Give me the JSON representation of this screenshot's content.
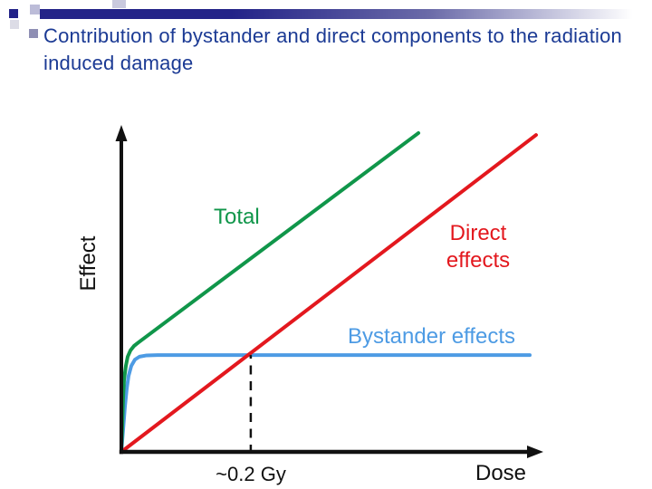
{
  "slide": {
    "title": "Contribution of bystander and direct components to the radiation induced damage"
  },
  "colors": {
    "title": "#1b3a94",
    "header_bar": "#232388",
    "axis": "#111111"
  },
  "chart_data": {
    "type": "line",
    "title": "",
    "xlabel": "Dose",
    "ylabel": "Effect",
    "x_unit": "Gy",
    "grid": false,
    "numeric_axes": false,
    "legend_position": "inline-labels",
    "axis_note": "schematic axes with arrowheads, no tick marks; x and y in relative units 0-1",
    "series": [
      {
        "name": "Bystander effects",
        "color": "#4d9be4",
        "shape": "rapid saturation to plateau",
        "points": [
          [
            0,
            0
          ],
          [
            0.0043,
            0.069
          ],
          [
            0.0086,
            0.139
          ],
          [
            0.0129,
            0.194
          ],
          [
            0.0172,
            0.233
          ],
          [
            0.0237,
            0.264
          ],
          [
            0.0323,
            0.283
          ],
          [
            0.0431,
            0.292
          ],
          [
            0.0603,
            0.296
          ],
          [
            0.0862,
            0.297
          ],
          [
            0.972,
            0.297
          ]
        ]
      },
      {
        "name": "Total",
        "color": "#10964a",
        "shape": "rapid initial rise then linear",
        "points": [
          [
            0,
            0
          ],
          [
            0.0022,
            0.083
          ],
          [
            0.0043,
            0.167
          ],
          [
            0.0065,
            0.222
          ],
          [
            0.0108,
            0.264
          ],
          [
            0.0151,
            0.292
          ],
          [
            0.0216,
            0.311
          ],
          [
            0.0302,
            0.325
          ],
          [
            0.041,
            0.336
          ],
          [
            0.707,
            0.978
          ]
        ]
      },
      {
        "name": "Direct effects",
        "color": "#e3181e",
        "shape": "linear through origin",
        "points": [
          [
            0,
            0
          ],
          [
            0.987,
            0.972
          ]
        ]
      }
    ],
    "annotation": {
      "text": "~0.2 Gy",
      "style": "dashed-vertical-line",
      "x": 0.308,
      "y_top": 0.297,
      "meaning": "dose where direct effects curve crosses bystander plateau"
    }
  }
}
